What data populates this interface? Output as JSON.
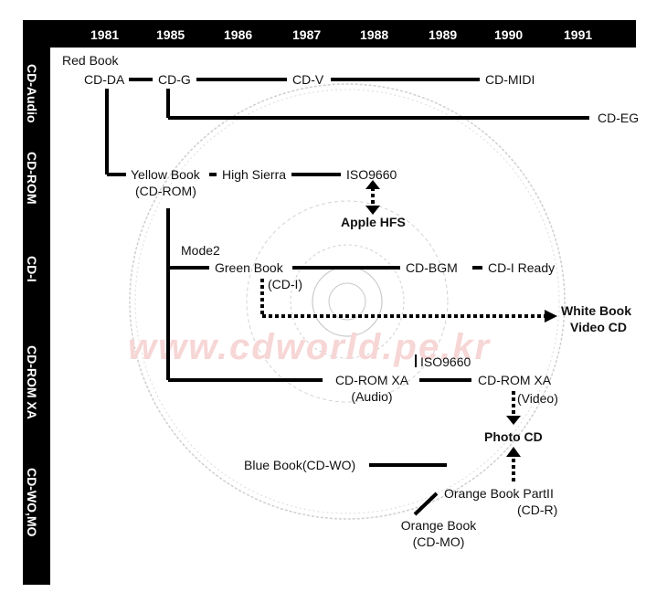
{
  "years": [
    "1981",
    "1985",
    "1986",
    "1987",
    "1988",
    "1989",
    "1990",
    "1991"
  ],
  "categories": [
    "CD-Audio",
    "CD-ROM",
    "CD-I",
    "CD-ROM XA",
    "CD-WO,MO"
  ],
  "nodes": {
    "red_book": "Red Book",
    "cd_da": "CD-DA",
    "cd_g": "CD-G",
    "cd_v": "CD-V",
    "cd_midi": "CD-MIDI",
    "cd_eg": "CD-EG",
    "yellow_book": "Yellow Book",
    "yellow_book_sub": "(CD-ROM)",
    "high_sierra": "High Sierra",
    "iso9660_a": "ISO9660",
    "apple_hfs": "Apple HFS",
    "mode2": "Mode2",
    "green_book": "Green Book",
    "green_book_sub": "(CD-I)",
    "cd_bgm": "CD-BGM",
    "cdi_ready": "CD-I Ready",
    "white_book": "White Book",
    "white_book_sub": "Video CD",
    "iso9660_b": "ISO9660",
    "cdrom_xa_audio": "CD-ROM XA",
    "cdrom_xa_audio_sub": "(Audio)",
    "cdrom_xa_video": "CD-ROM XA",
    "cdrom_xa_video_sub": "(Video)",
    "photo_cd": "Photo CD",
    "blue_book": "Blue Book(CD-WO)",
    "orange_book_2": "Orange Book PartII",
    "orange_book_2_sub": "(CD-R)",
    "orange_book_1": "Orange Book",
    "orange_book_1_sub": "(CD-MO)"
  },
  "watermark": "www.cdworld.pe.kr",
  "colors": {
    "frame": "#000000",
    "frame_text": "#ffffff",
    "watermark": "#f7d6d6",
    "disc": "#bdbdbd"
  }
}
